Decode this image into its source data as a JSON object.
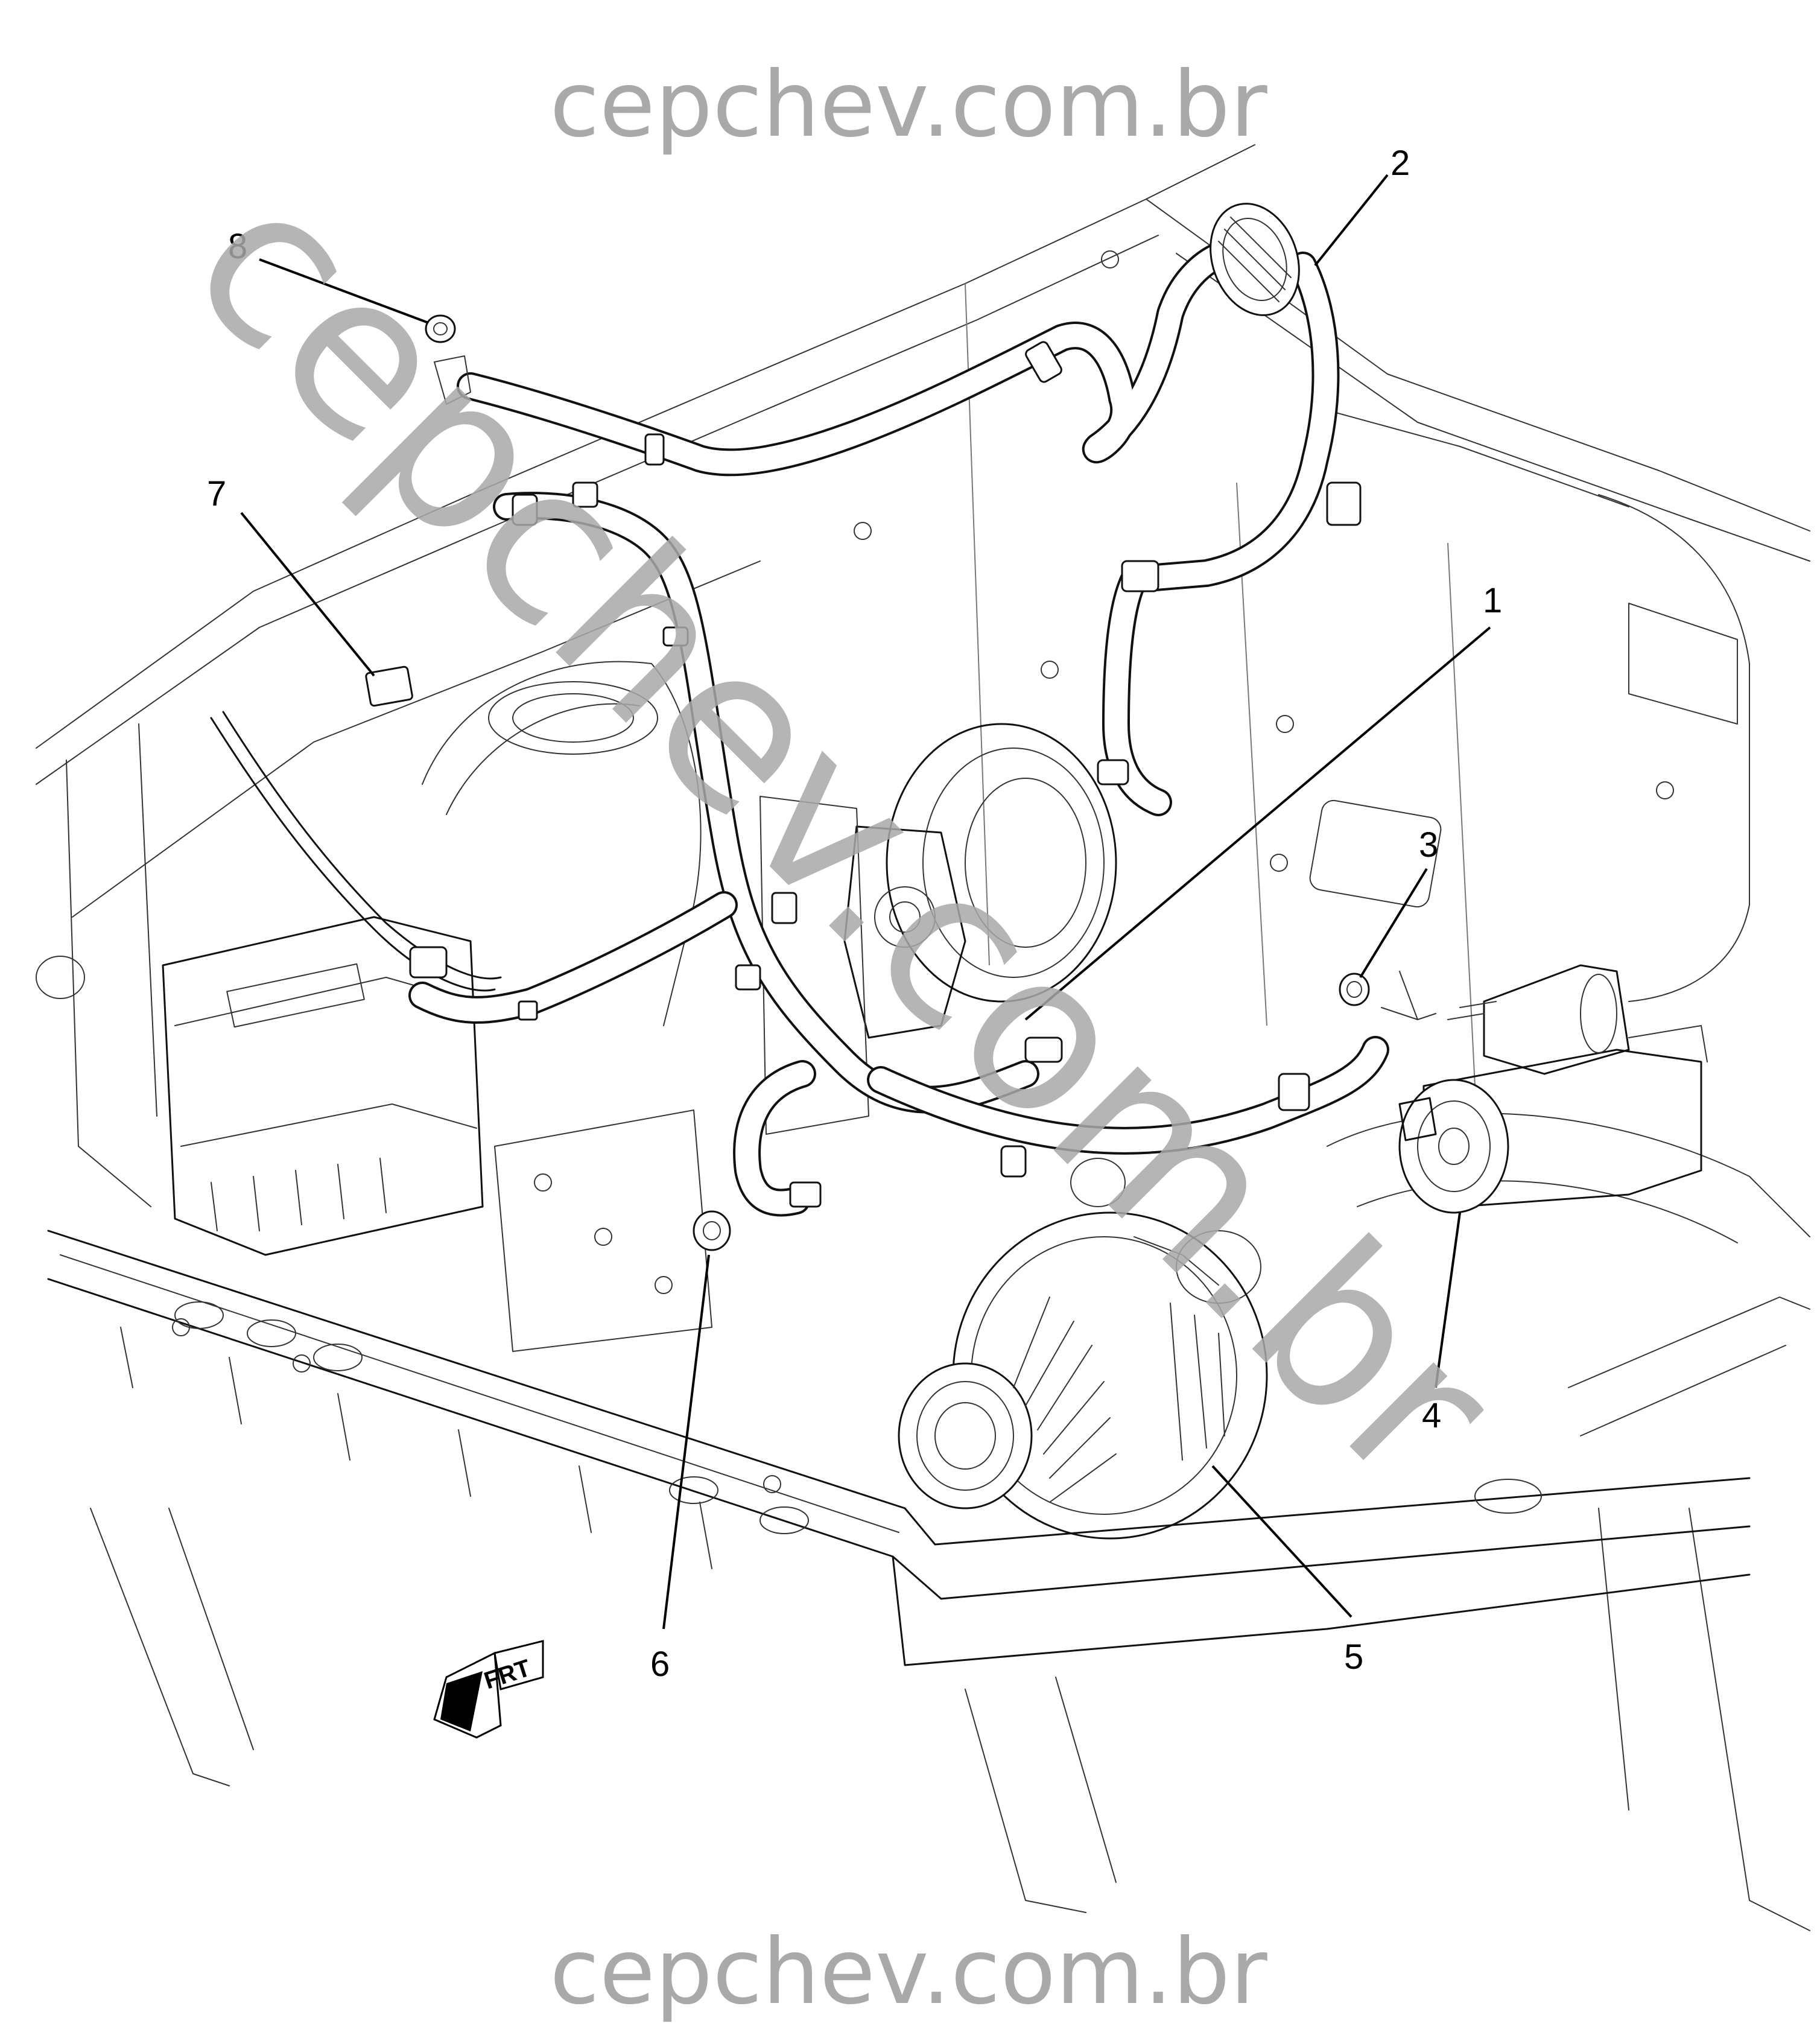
{
  "watermarks": {
    "top": "cepchev.com.br",
    "bottom": "cepchev.com.br",
    "diagonal": "cepchev.com.br"
  },
  "callouts": [
    {
      "id": "1",
      "label": "1"
    },
    {
      "id": "2",
      "label": "2"
    },
    {
      "id": "3",
      "label": "3"
    },
    {
      "id": "4",
      "label": "4"
    },
    {
      "id": "5",
      "label": "5"
    },
    {
      "id": "6",
      "label": "6"
    },
    {
      "id": "7",
      "label": "7"
    },
    {
      "id": "8",
      "label": "8"
    }
  ],
  "orientation": {
    "label": "FRT"
  }
}
